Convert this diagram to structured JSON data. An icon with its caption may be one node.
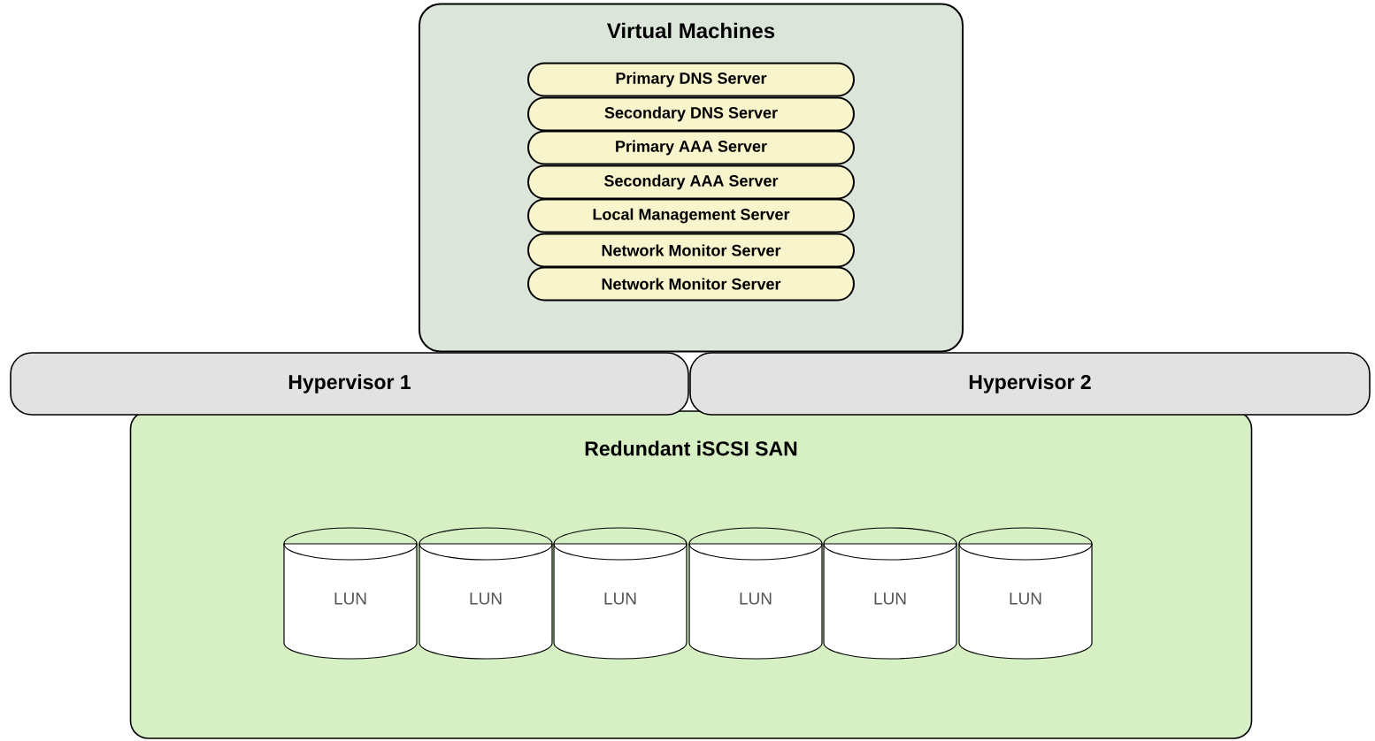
{
  "diagram": {
    "nodes": [
      {
        "text": [
          "Virtual Machines"
        ]
      },
      {
        "text": [
          "Primary DNS Server"
        ],
        "in": 0
      },
      {
        "text": [
          "Secondary DNS Server"
        ],
        "in": 0
      },
      {
        "text": [
          "Primary AAA Server"
        ],
        "in": 0
      },
      {
        "text": [
          "Secondary AAA Server"
        ],
        "in": 0
      },
      {
        "text": [
          "Local Management Server"
        ],
        "in": 0
      },
      {
        "text": [
          "Network Monitor Server"
        ],
        "in": 0
      },
      {
        "text": [
          "Network Monitor Server"
        ],
        "in": 0
      },
      {
        "text": [
          "Hypervisor 1"
        ]
      },
      {
        "text": [
          "Hypervisor 2"
        ]
      },
      {
        "text": [
          "Redundant iSCSI SAN"
        ]
      },
      {
        "text": [
          "LUN"
        ],
        "in": 10
      },
      {
        "text": [
          "LUN"
        ],
        "in": 10
      },
      {
        "text": [
          "LUN"
        ],
        "in": 10
      },
      {
        "text": [
          "LUN"
        ],
        "in": 10
      },
      {
        "text": [
          "LUN"
        ],
        "in": 10
      },
      {
        "text": [
          "LUN"
        ],
        "in": 10
      }
    ]
  }
}
